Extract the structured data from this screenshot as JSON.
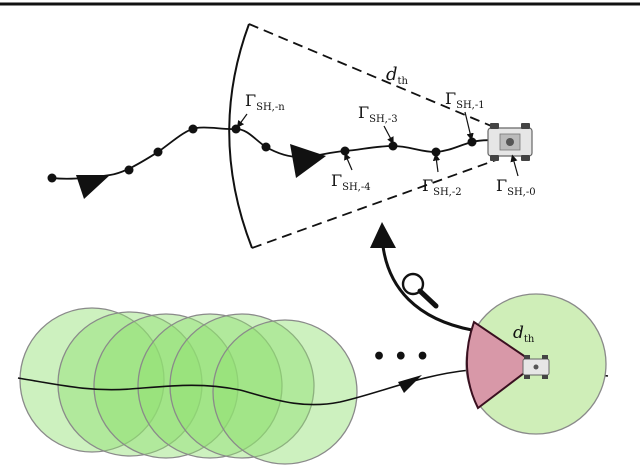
{
  "labels": {
    "dth_top": {
      "main": "d",
      "sub": "th"
    },
    "dth_bottom": {
      "main": "d",
      "sub": "th"
    },
    "g_n": {
      "main": "Γ",
      "sub": "SH,-n"
    },
    "g_3": {
      "main": "Γ",
      "sub": "SH,-3"
    },
    "g_1": {
      "main": "Γ",
      "sub": "SH,-1"
    },
    "g_4": {
      "main": "Γ",
      "sub": "SH,-4"
    },
    "g_2": {
      "main": "Γ",
      "sub": "SH,-2"
    },
    "g_0": {
      "main": "Γ",
      "sub": "SH,-0"
    }
  },
  "ellipsis": "• • •",
  "colors": {
    "circle_fill": "#90e070",
    "circle_stroke": "#8a8a8a",
    "sector_fill": "#d898a8",
    "sector_stroke": "#3a1020",
    "line": "#111111"
  },
  "icons": {
    "zoom": "magnifier-icon",
    "robot": "robot-vehicle-icon"
  }
}
